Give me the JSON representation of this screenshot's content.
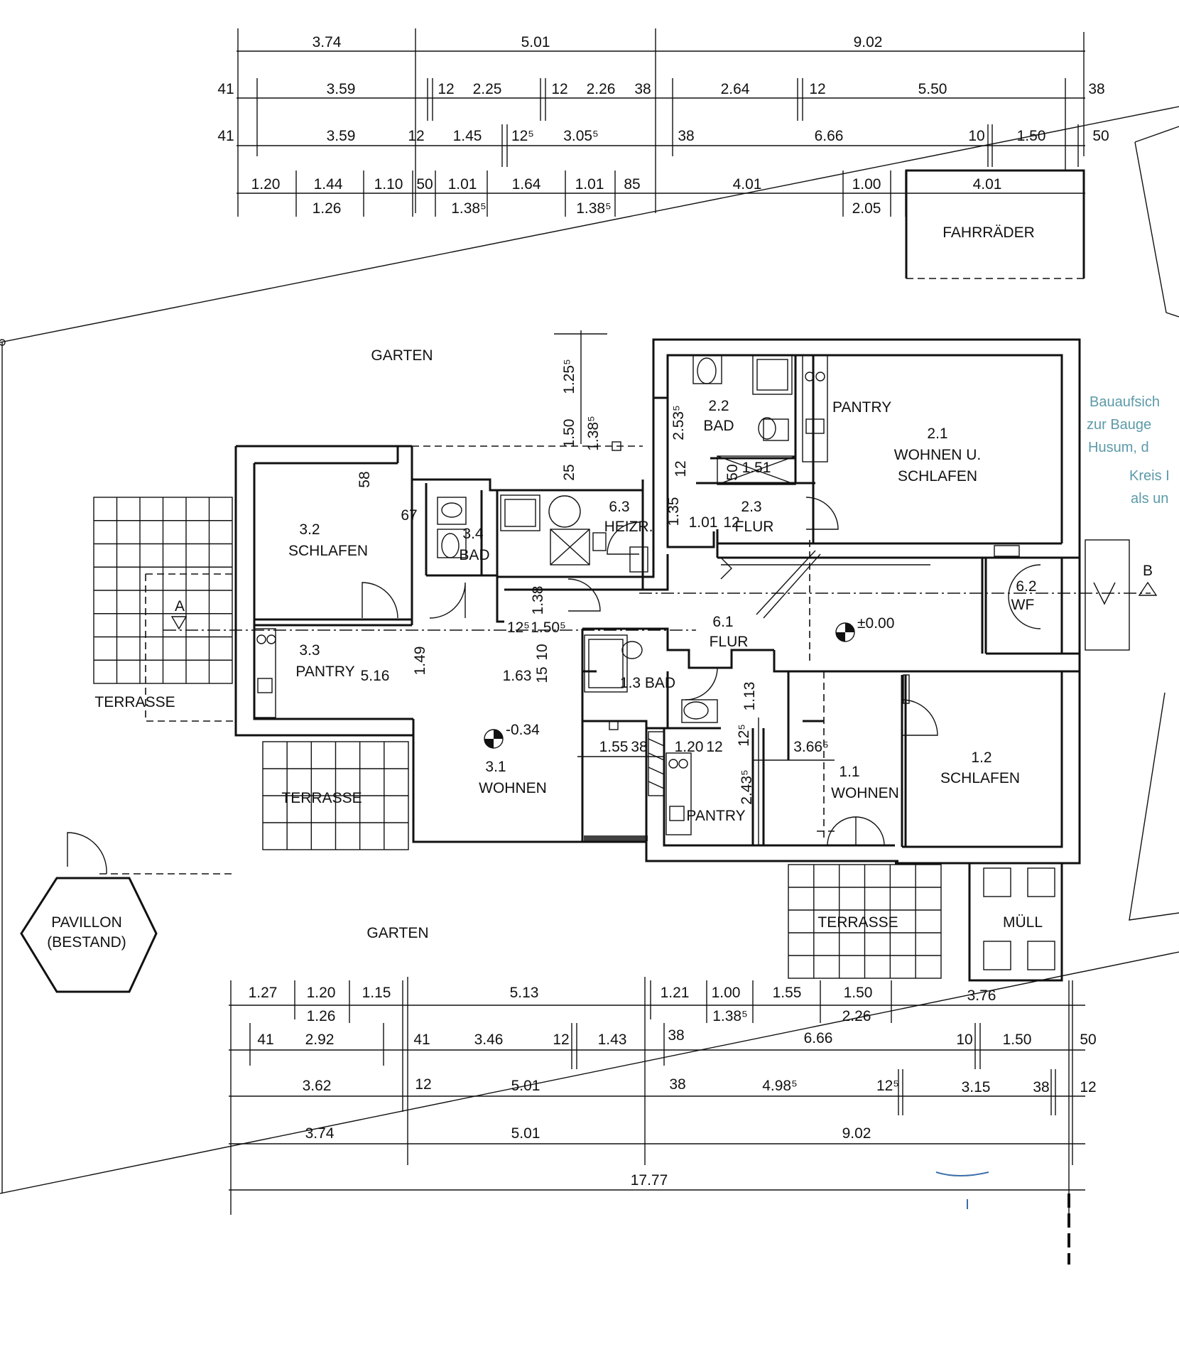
{
  "rooms": {
    "r21": {
      "num": "2.1",
      "line1": "WOHNEN U.",
      "line2": "SCHLAFEN"
    },
    "r22": {
      "num": "2.2",
      "name": "BAD"
    },
    "r23": {
      "num": "2.3",
      "name": "FLUR"
    },
    "r32": {
      "num": "3.2",
      "name": "SCHLAFEN"
    },
    "r34": {
      "num": "3.4",
      "name": "BAD"
    },
    "r63": {
      "num": "6.3",
      "name": "HEIZR."
    },
    "r33": {
      "num": "3.3",
      "name": "PANTRY"
    },
    "r61": {
      "num": "6.1",
      "name": "FLUR"
    },
    "r62": {
      "num": "6.2",
      "name": "WF"
    },
    "r13": {
      "label": "1.3 BAD"
    },
    "r31": {
      "num": "3.1",
      "name": "WOHNEN"
    },
    "r11": {
      "num": "1.1",
      "name": "WOHNEN"
    },
    "r12": {
      "num": "1.2",
      "name": "SCHLAFEN"
    }
  },
  "labels": {
    "pantry_top": "PANTRY",
    "pantry_bottom": "PANTRY",
    "garten_top": "GARTEN",
    "garten_bottom": "GARTEN",
    "terrasse_left": "TERRASSE",
    "terrasse_mid": "TERRASSE",
    "terrasse_right": "TERRASSE",
    "fahrraeder": "FAHRRÄDER",
    "muell": "MÜLL",
    "pavillon_1": "PAVILLON",
    "pavillon_2": "(BESTAND)",
    "section_a": "A",
    "section_b": "B",
    "level_0": "±0.00",
    "level_1": "-0.34"
  },
  "stamp": [
    "Bauaufsich",
    "zur Bauge",
    "Husum, d",
    "Kreis I",
    "als un"
  ],
  "dims_top": {
    "row1": [
      "3.74",
      "5.01",
      "9.02"
    ],
    "row2": [
      "41",
      "3.59",
      "12",
      "2.25",
      "12",
      "2.26",
      "38",
      "2.64",
      "12",
      "5.50",
      "38"
    ],
    "row3": [
      "41",
      "3.59",
      "12",
      "1.45",
      "12⁵",
      "3.05⁵",
      "38",
      "6.66",
      "10",
      "1.50",
      "50"
    ],
    "row4": [
      "1.20",
      "1.44",
      "1.10",
      "50",
      "1.01",
      "1.64",
      "1.01",
      "85",
      "4.01",
      "1.00",
      "4.01"
    ],
    "row5": [
      "1.26",
      "1.38⁵",
      "1.38⁵",
      "2.05"
    ]
  },
  "dims_bottom": {
    "row1": [
      "1.27",
      "1.20",
      "1.15",
      "5.13",
      "1.21",
      "1.00",
      "1.55",
      "1.50",
      "3.76"
    ],
    "row1b": [
      "1.26",
      "1.38⁵",
      "2.26"
    ],
    "row2": [
      "41",
      "2.92",
      "41",
      "3.46",
      "12",
      "1.43",
      "38",
      "6.66",
      "10",
      "1.50",
      "50"
    ],
    "row3": [
      "3.62",
      "12",
      "5.01",
      "38",
      "4.98⁵",
      "12⁵",
      "3.15",
      "38",
      "12"
    ],
    "row4": [
      "3.74",
      "5.01",
      "9.02"
    ],
    "row5": [
      "17.77"
    ]
  },
  "dims_interior": {
    "v_125": "1.25⁵",
    "v_150": "1.50",
    "v_138a": "1.38⁵",
    "v_253": "2.53⁵",
    "h_58": "58",
    "h_67": "67",
    "v_135": "1.35",
    "h_101": "1.01",
    "h_12": "12",
    "h_25": "25",
    "v_12a": "12",
    "v_50": "50",
    "v_151": "1.51",
    "v_138b": "1.38",
    "h_125": "12⁵",
    "h_150": "1.50⁵",
    "v_149": "1.49",
    "h_516": "5.16",
    "h_163": "1.63",
    "v_15": "15",
    "v_10": "10",
    "h_155": "1.55",
    "h_38": "38",
    "h_120": "1.20",
    "h_12b": "12",
    "v_125b": "12⁵",
    "v_113": "1.13",
    "h_366": "3.66⁵",
    "v_243": "2.43⁵"
  }
}
